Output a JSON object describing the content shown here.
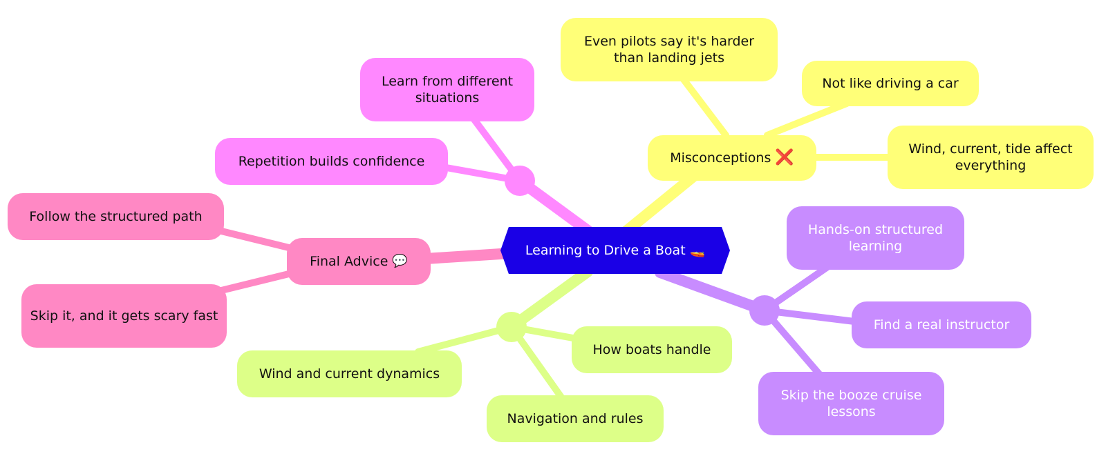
{
  "root": {
    "label": "Learning to Drive a Boat",
    "icon": "🚤"
  },
  "branches": {
    "misconceptions": {
      "label": "Misconceptions",
      "icon": "❌",
      "color": "#ffff78",
      "children": [
        "Even pilots say it's harder than landing jets",
        "Not like driving a car",
        "Wind, current, tide affect everything"
      ]
    },
    "practice": {
      "color": "#ff88ff",
      "children": [
        "Learn from different situations",
        "Repetition builds confidence"
      ]
    },
    "final_advice": {
      "label": "Final Advice",
      "icon": "💬",
      "color": "#ff88c4",
      "children": [
        "Follow the structured path",
        "Skip it, and it gets scary fast"
      ]
    },
    "skills": {
      "color": "#ddff88",
      "children": [
        "How boats handle",
        "Wind and current dynamics",
        "Navigation and rules"
      ]
    },
    "instruction": {
      "color": "#c88cff",
      "children": [
        "Hands-on structured learning",
        "Find a real instructor",
        "Skip the booze cruise lessons"
      ]
    }
  },
  "colors": {
    "root": "#1a00e6"
  }
}
